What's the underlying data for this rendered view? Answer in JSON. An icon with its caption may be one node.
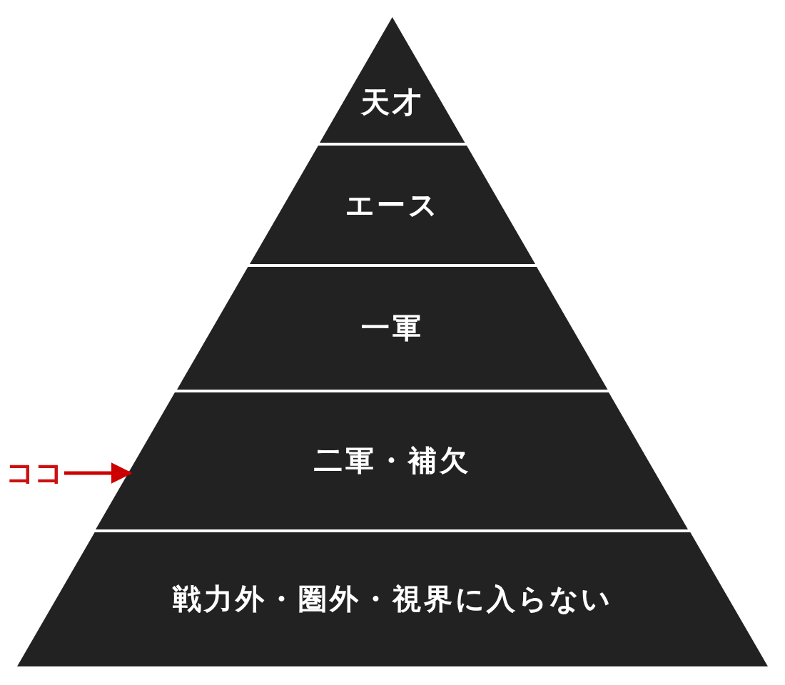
{
  "diagram": {
    "nodes": [
      {
        "text": [
          "天才"
        ]
      },
      {
        "text": [
          "エース"
        ]
      },
      {
        "text": [
          "一軍"
        ]
      },
      {
        "text": [
          "二軍・補欠"
        ]
      },
      {
        "text": [
          "戦力外・圏外・視界に入らない"
        ]
      },
      {
        "text": [
          "ココ"
        ]
      }
    ],
    "edges": [
      {
        "from": 5,
        "to": 3,
        "arrow": "to",
        "color": "#cc0000"
      }
    ]
  }
}
